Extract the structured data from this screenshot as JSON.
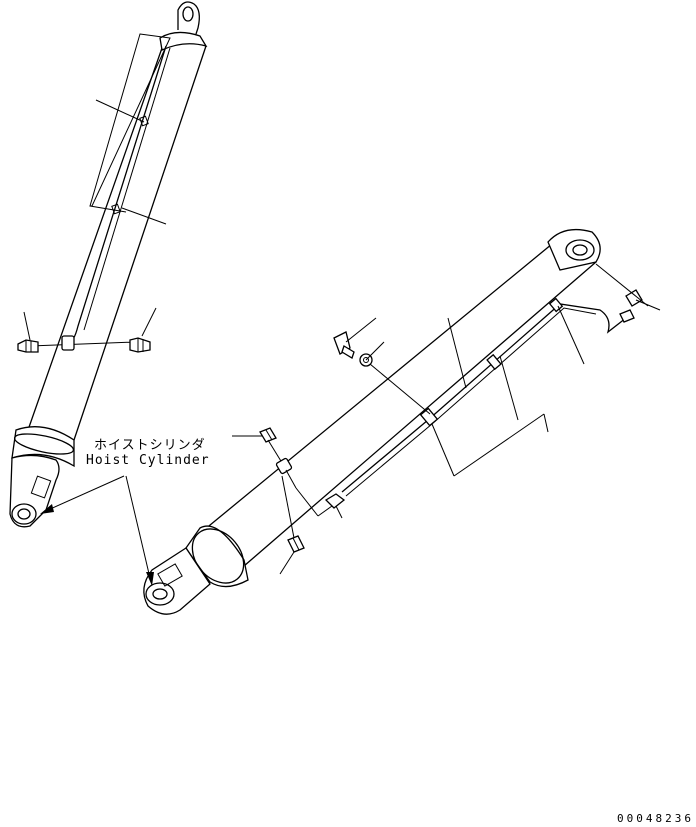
{
  "callout": {
    "japanese": "ホイストシリンダ",
    "english": "Hoist Cylinder"
  },
  "drawing_number": "00048236"
}
